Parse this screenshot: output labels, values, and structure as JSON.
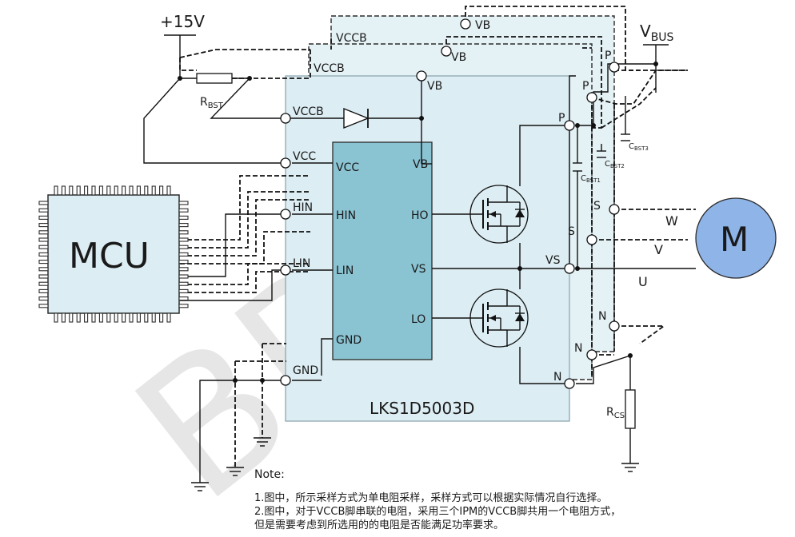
{
  "supply": {
    "v15": "+15V",
    "vbus_main": "V",
    "vbus_sub": "BUS"
  },
  "rbst": {
    "main": "R",
    "sub": "BST"
  },
  "rcs": {
    "main": "R",
    "sub": "CS"
  },
  "cbst": [
    {
      "main": "C",
      "sub": "BST1"
    },
    {
      "main": "C",
      "sub": "BST2"
    },
    {
      "main": "C",
      "sub": "BST3"
    }
  ],
  "mcu_label": "MCU",
  "motor_label": "M",
  "chip_name": "LKS1D5003D",
  "pins_outer": {
    "vccb": "VCCB",
    "vcc": "VCC",
    "hin": "HIN",
    "lin": "LIN",
    "gnd": "GND",
    "vb": "VB",
    "p": "P",
    "vs": "VS",
    "n": "N"
  },
  "pins_inner": {
    "vcc": "VCC",
    "hin": "HIN",
    "lin": "LIN",
    "gnd": "GND",
    "vb": "VB",
    "ho": "HO",
    "vs": "VS",
    "lo": "LO"
  },
  "shadow_labels": {
    "vccb": "VCCB",
    "vb": "VB",
    "p": "P",
    "s": "S",
    "n": "N"
  },
  "phases": {
    "w": "W",
    "v": "V",
    "u": "U"
  },
  "notes": {
    "heading": "Note:",
    "line1": "1.图中，所示采样方式为单电阻采样，采样方式可以根据实际情况自行选择。",
    "line2": "2.图中，对于VCCB脚串联的电阻，采用三个IPM的VCCB脚共用一个电阻方式，",
    "line3": "但是需要考虑到所选用的的电阻是否能满足功率要求。"
  },
  "watermark": "BPS"
}
